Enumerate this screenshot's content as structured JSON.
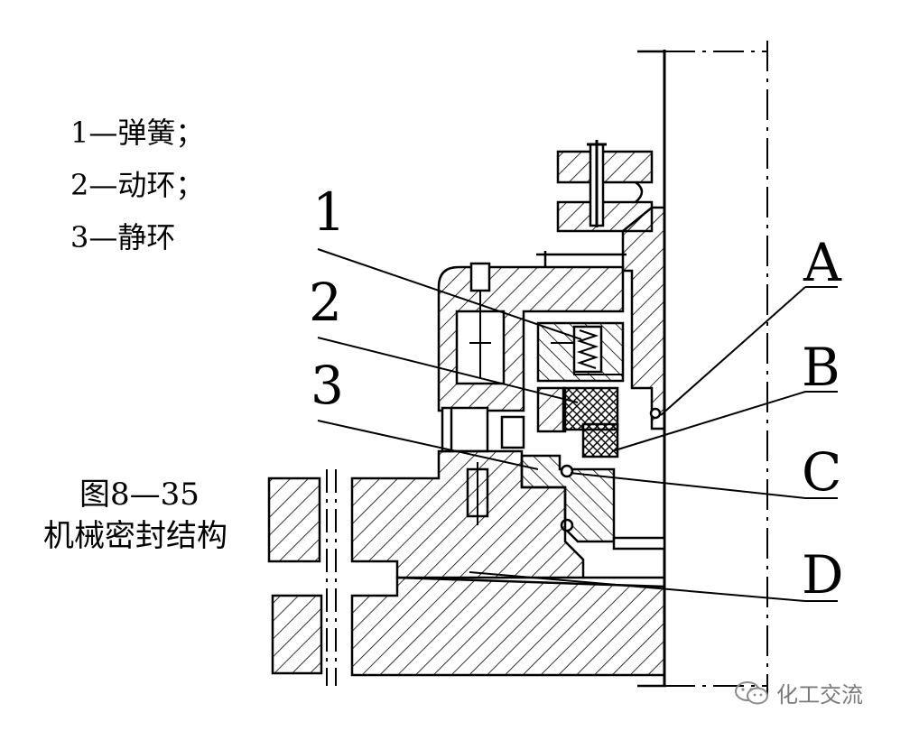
{
  "legend": [
    {
      "number": "1",
      "dash": "—",
      "name": "弹簧；"
    },
    {
      "number": "2",
      "dash": "—",
      "name": "动环；"
    },
    {
      "number": "3",
      "dash": "—",
      "name": "静环"
    }
  ],
  "figure": {
    "number": "图8—35",
    "title": "机械密封结构"
  },
  "callouts": {
    "part1": "1",
    "part2": "2",
    "part3": "3",
    "pointA": "A",
    "pointB": "B",
    "pointC": "C",
    "pointD": "D"
  },
  "watermark": {
    "icon": "wechat-icon",
    "text": "化工交流"
  },
  "colors": {
    "line": "#000000",
    "background": "#ffffff",
    "watermark": "#7a7a7a"
  }
}
